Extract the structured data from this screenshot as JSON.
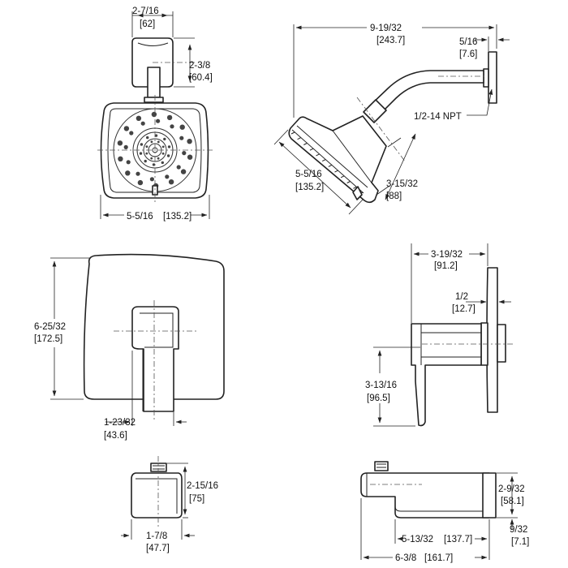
{
  "shower_head_front": {
    "width_in": "5-5/16",
    "width_mm": "[135.2]",
    "flange_width_in": "2-7/16",
    "flange_width_mm": "[62]",
    "flange_height_in": "2-3/8",
    "flange_height_mm": "[60.4]"
  },
  "shower_head_side": {
    "reach_in": "9-19/32",
    "reach_mm": "[243.7]",
    "flange_depth_in": "5/16",
    "flange_depth_mm": "[7.6]",
    "thread_label": "1/2-14 NPT",
    "face_width_in": "5-5/16",
    "face_width_mm": "[135.2]",
    "depth_in": "3-15/32",
    "depth_mm": "[88]"
  },
  "valve_trim_front": {
    "height_in": "6-25/32",
    "height_mm": "[172.5]",
    "handle_offset_in": "1-23/32",
    "handle_offset_mm": "[43.6]"
  },
  "valve_trim_side": {
    "projection_in": "3-19/32",
    "projection_mm": "[91.2]",
    "plate_thickness_in": "1/2",
    "plate_thickness_mm": "[12.7]",
    "handle_drop_in": "3-13/16",
    "handle_drop_mm": "[96.5]"
  },
  "tub_spout_front": {
    "height_in": "2-15/16",
    "height_mm": "[75]",
    "width_in": "1-7/8",
    "width_mm": "[47.7]"
  },
  "tub_spout_side": {
    "height_in": "2-9/32",
    "height_mm": "[58.1]",
    "outlet_in": "9/32",
    "outlet_mm": "[7.1]",
    "reach_in": "5-13/32",
    "reach_mm": "[137.7]",
    "overall_in": "6-3/8",
    "overall_mm": "[161.7]"
  }
}
